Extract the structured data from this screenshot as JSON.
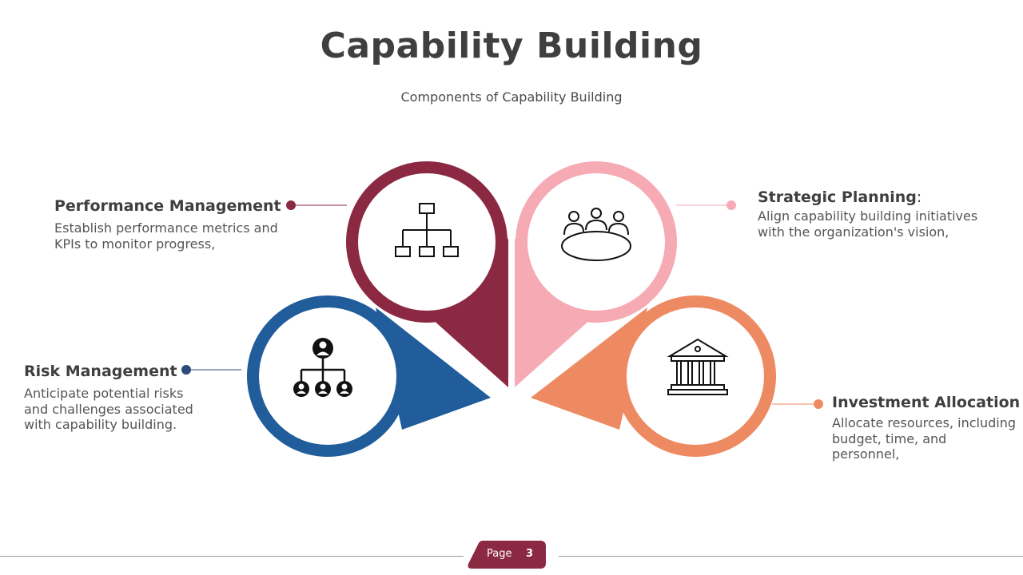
{
  "title": "Capability Building",
  "subtitle": "Components of Capability Building",
  "colors": {
    "maroon": "#8b2943",
    "pink": "#f6aab4",
    "blue": "#205d9a",
    "orange": "#ee8a62",
    "dot_blue": "#2c4a7a"
  },
  "items": [
    {
      "heading": "Performance Management",
      "text": "Establish performance metrics and KPIs to monitor progress,",
      "icon": "org-chart-icon"
    },
    {
      "heading": "Strategic Planning",
      "heading_suffix": ":",
      "text": "Align capability building initiatives with the organization's vision,",
      "icon": "meeting-table-icon"
    },
    {
      "heading": "Risk Management",
      "text": "Anticipate potential risks and challenges associated with capability building.",
      "icon": "team-hierarchy-icon"
    },
    {
      "heading": "Investment Allocation",
      "text": "Allocate resources, including budget, time, and personnel,",
      "icon": "bank-building-icon"
    }
  ],
  "footer": {
    "page_label": "Page",
    "page_number": "3"
  }
}
